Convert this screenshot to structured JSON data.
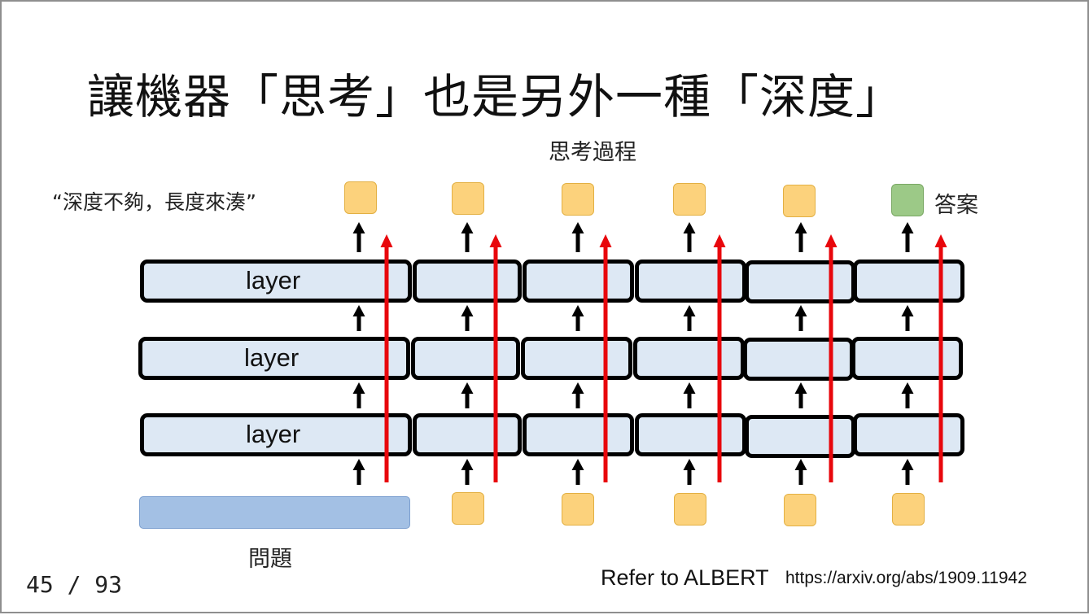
{
  "slide": {
    "title": "讓機器「思考」也是另外一種「深度」",
    "thinking_label": "思考過程",
    "quote": "“深度不夠，長度來湊”",
    "answer_label": "答案",
    "question_label": "問題",
    "layer_label": "layer",
    "page_number": "45 / 93",
    "reference": "Refer to ALBERT",
    "reference_url": "https://arxiv.org/abs/1909.11942"
  },
  "colors": {
    "layer_fill": "#dde8f4",
    "token": "#fcd27c",
    "answer_token": "#9cc987",
    "question_bar": "#a3c0e4",
    "red_arrow": "#e8070c",
    "black_arrow": "#000000"
  },
  "diagram": {
    "columns": 6,
    "layers_per_column": 3,
    "first_column_input": "question bar",
    "last_column_output": "answer token"
  }
}
